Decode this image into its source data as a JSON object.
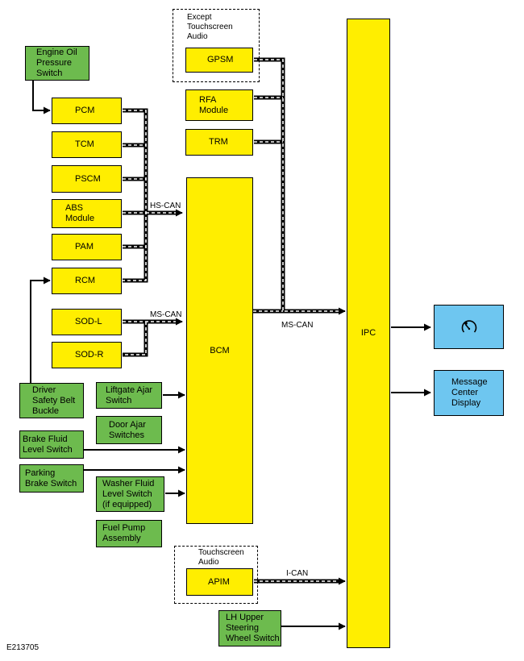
{
  "groups": {
    "except_touchscreen_audio": "Except\nTouchscreen\nAudio",
    "touchscreen_audio": "Touchscreen\nAudio"
  },
  "modules": {
    "gpsm": "GPSM",
    "rfa": "RFA\nModule",
    "trm": "TRM",
    "pcm": "PCM",
    "tcm": "TCM",
    "pscm": "PSCM",
    "abs": "ABS\nModule",
    "pam": "PAM",
    "rcm": "RCM",
    "sod_l": "SOD-L",
    "sod_r": "SOD-R",
    "bcm": "BCM",
    "ipc": "IPC",
    "apim": "APIM",
    "message_center": "Message\nCenter\nDisplay"
  },
  "switches": {
    "engine_oil": "Engine Oil\nPressure\nSwitch",
    "driver_belt": "Driver\nSafety Belt\nBuckle",
    "liftgate": "Liftgate Ajar\nSwitch",
    "door_ajar": "Door Ajar\nSwitches",
    "brake_fluid": "Brake Fluid\nLevel Switch",
    "parking_brake": "Parking\nBrake Switch",
    "washer_fluid": "Washer Fluid\nLevel Switch\n(if equipped)",
    "fuel_pump": "Fuel Pump\nAssembly",
    "lh_steering": "LH Upper\nSteering\nWheel Switch"
  },
  "networks": {
    "hs_can": "HS-CAN",
    "ms_can_left": "MS-CAN",
    "ms_can_right": "MS-CAN",
    "i_can": "I-CAN"
  },
  "icons": {
    "gauge": "speedometer-icon"
  },
  "figure_id": "E213705"
}
